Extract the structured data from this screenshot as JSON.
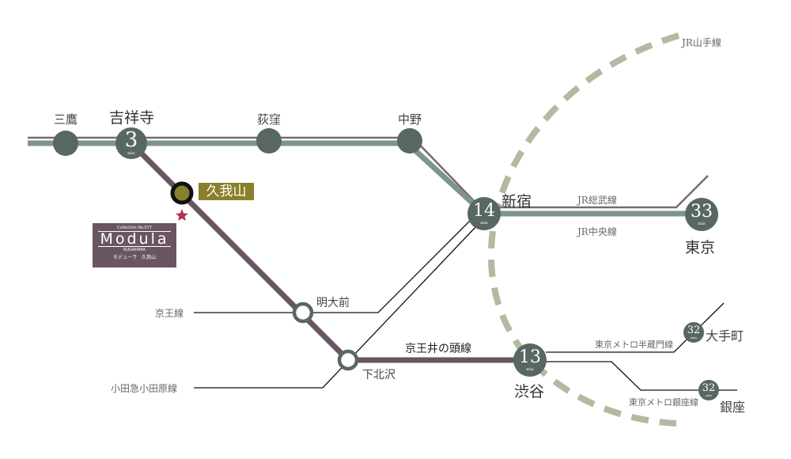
{
  "colors": {
    "station": "#586761",
    "chuo": "#7f948f",
    "sobu": "#7a6a66",
    "inokashira": "#6a5563",
    "yamanote": "#b4b9a2",
    "kugayama": "#8a7f2a"
  },
  "lines": {
    "yamanote": "JR山手線",
    "sobu": "JR総武線",
    "chuo": "JR中央線",
    "keio": "京王線",
    "odakyu": "小田急小田原線",
    "inokashira": "京王井の頭線",
    "hanzomon": "東京メトロ半蔵門線",
    "ginza": "東京メトロ銀座線"
  },
  "stations": {
    "mitaka": "三鷹",
    "kichijoji": "吉祥寺",
    "ogikubo": "荻窪",
    "nakano": "中野",
    "shinjuku": "新宿",
    "tokyo": "東京",
    "kugayama": "久我山",
    "meidaimae": "明大前",
    "shimokitazawa": "下北沢",
    "shibuya": "渋谷",
    "otemachi": "大手町",
    "ginza": "銀座"
  },
  "minutes": {
    "kichijoji": "3",
    "shinjuku": "14",
    "tokyo": "33",
    "shibuya": "13",
    "otemachi": "32",
    "ginza": "32",
    "unit": "min"
  },
  "logo": {
    "collection": "Collection No.077",
    "name": "Modula",
    "area": "KUGAYAMA",
    "jp": "モデューラ　久我山"
  }
}
